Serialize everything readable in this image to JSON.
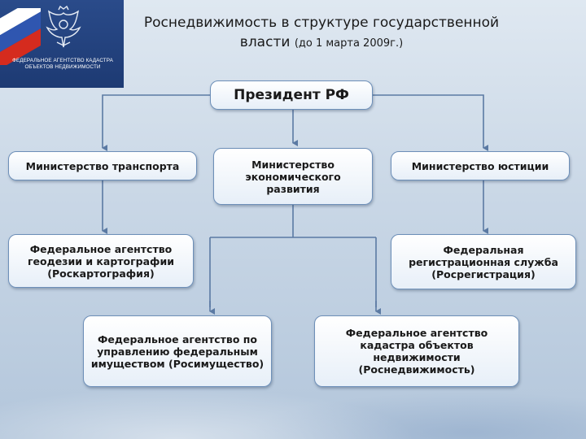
{
  "header": {
    "logo_text": "ФЕДЕРАЛЬНОЕ АГЕНТСТВО КАДАСТРА ОБЪЕКТОВ НЕДВИЖИМОСТИ",
    "title_line1": "Роснедвижимость в структуре государственной",
    "title_line2_main": "власти",
    "title_line2_small": "(до 1 марта 2009г.)"
  },
  "nodes": {
    "president": "Президент РФ",
    "min_transport": "Министерство транспорта",
    "min_economy": "Министерство экономического развития",
    "min_justice": "Министерство юстиции",
    "agency_geodesy": "Федеральное агентство геодезии и картографии (Роскартография)",
    "registration_service": "Федеральная регистрационная служба (Росрегистрация)",
    "agency_property": "Федеральное агентство по управлению федеральным имуществом (Росимущество)",
    "agency_cadastre": "Федеральное агентство кадастра объектов недвижимости (Роснедвижимость)"
  },
  "colors": {
    "connector": "#5b7aa3",
    "box_border": "#6d8fb8",
    "logo_bg": "#1d3a73"
  }
}
